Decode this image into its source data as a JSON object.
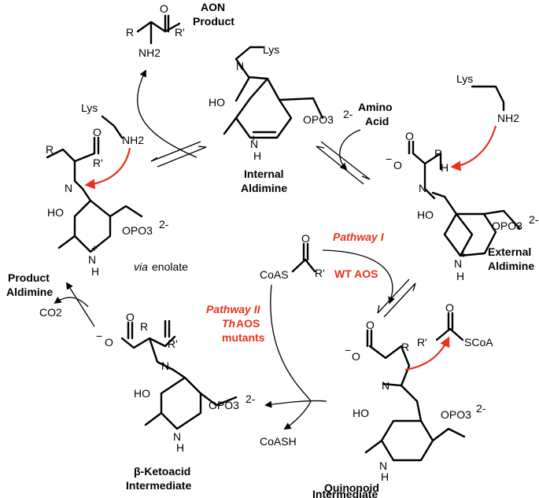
{
  "labels": {
    "aon_product": [
      "AON",
      "Product"
    ],
    "internal_aldimine": [
      "Internal",
      "Aldimine"
    ],
    "amino_acid": [
      "Amino",
      "Acid"
    ],
    "external_aldimine": [
      "External",
      "Aldimine"
    ],
    "product_aldimine": [
      "Product",
      "Aldimine"
    ],
    "via_enolate": [
      "via",
      " enolate"
    ],
    "co2": "CO2",
    "pathway_i": "Pathway I",
    "wt_aos": "WT AOS",
    "pathway_ii": [
      "Pathway II",
      "Th",
      "AOS",
      "mutants"
    ],
    "coas": "CoAS",
    "coash": "CoASH",
    "beta_ketoacid": [
      "β-Ketoacid",
      "Intermediate"
    ],
    "quinonoid": [
      "Quinonoid",
      "Intermediate"
    ]
  },
  "atoms": {
    "lys": "Lys",
    "nh2": "NH2",
    "ho": "HO",
    "n": "N",
    "h": "H",
    "o": "O",
    "r": "R",
    "r_prime": "R'",
    "opo3": "OPO3",
    "charge_2minus": "2-",
    "plus": "+",
    "minus": "−",
    "scoa": "SCoA"
  },
  "colors": {
    "accent_red": "#e8321e",
    "ink": "#000000"
  }
}
